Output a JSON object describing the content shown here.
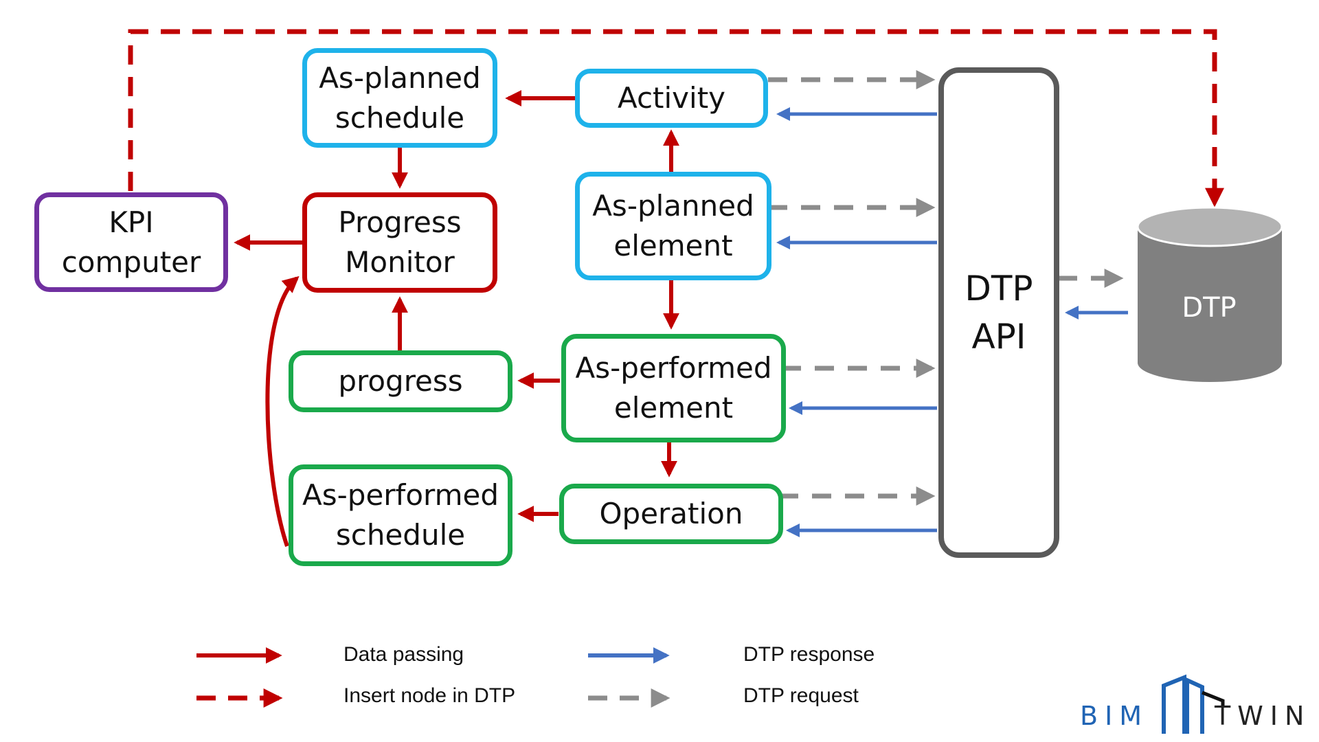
{
  "nodes": {
    "as_planned_schedule": [
      "As-planned",
      "schedule"
    ],
    "activity": [
      "Activity"
    ],
    "kpi_computer": [
      "KPI",
      "computer"
    ],
    "progress_monitor": [
      "Progress",
      "Monitor"
    ],
    "as_planned_element": [
      "As-planned",
      "element"
    ],
    "progress": [
      "progress"
    ],
    "as_performed_element": [
      "As-performed",
      "element"
    ],
    "as_performed_schedule": [
      "As-performed",
      "schedule"
    ],
    "operation": [
      "Operation"
    ],
    "dtp_api": [
      "DTP",
      "API"
    ],
    "dtp_store": "DTP"
  },
  "legend": {
    "data_passing": "Data passing",
    "insert_node": "Insert node in DTP",
    "dtp_response": "DTP response",
    "dtp_request": "DTP request"
  },
  "logo": {
    "left": "BIM",
    "right": "TWIN",
    "icon": "building-icon"
  },
  "colors": {
    "data_passing": "#c00000",
    "dtp_response": "#4472c4",
    "dtp_request": "#8c8c8c",
    "schedule_nodes": "#1eb2ea",
    "performed_nodes": "#1aa94b",
    "monitor_node": "#c00000",
    "kpi_node": "#7030a0",
    "api_node": "#5a5a5a",
    "store": "#808080"
  }
}
